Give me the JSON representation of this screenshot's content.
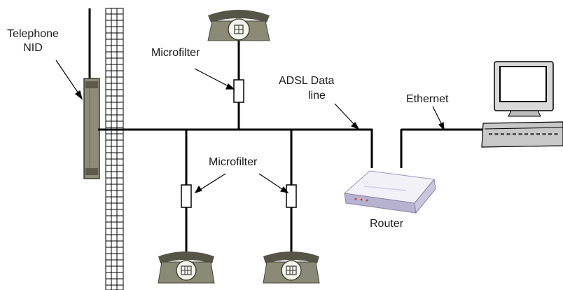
{
  "labels": {
    "nid_line1": "Telephone",
    "nid_line2": "NID",
    "microfilter_top": "Microfilter",
    "adsl_line1": "ADSL Data",
    "adsl_line2": "line",
    "ethernet": "Ethernet",
    "microfilter_bottom": "Microfilter",
    "router": "Router"
  },
  "colors": {
    "line": "#000000",
    "phone_body": "#8b8a77",
    "phone_dark": "#555548",
    "phone_dial": "#f4f4ea",
    "nid_body": "#8e8c78",
    "router_top": "#f2f1f8",
    "router_side": "#c9c6dd",
    "router_front": "#b6b2cf",
    "monitor": "#d9d9d9",
    "keyboard": "#c8c8c8"
  },
  "icons": [
    "telephone-icon",
    "microfilter-icon",
    "router-icon",
    "computer-icon",
    "nid-box-icon"
  ]
}
